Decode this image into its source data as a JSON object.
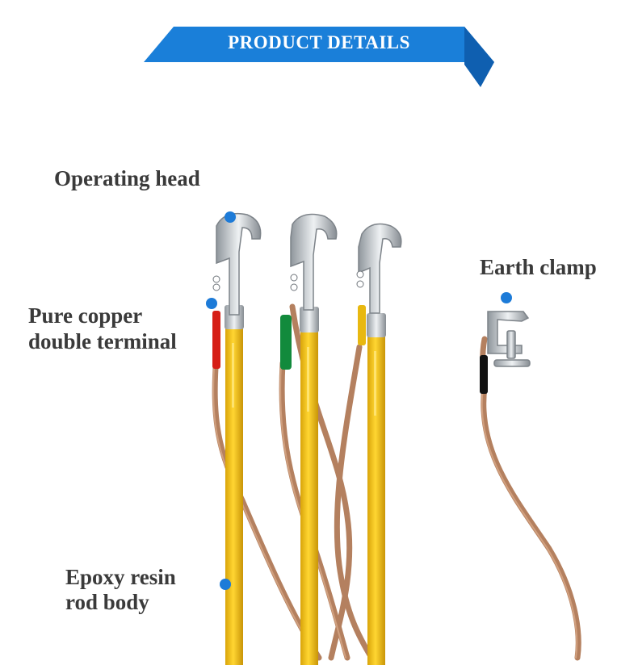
{
  "banner": {
    "title": "PRODUCT DETAILS",
    "color": "#1a7fd9"
  },
  "labels": {
    "operating_head": "Operating head",
    "copper_terminal_line1": "Pure copper",
    "copper_terminal_line2": "double terminal",
    "earth_clamp": "Earth clamp",
    "rod_body_line1": "Epoxy resin",
    "rod_body_line2": "rod body"
  },
  "colors": {
    "marker": "#1d7bd8",
    "rod": "#f3c31a",
    "cable": "#b88465",
    "metal": "#c8ccd0"
  }
}
